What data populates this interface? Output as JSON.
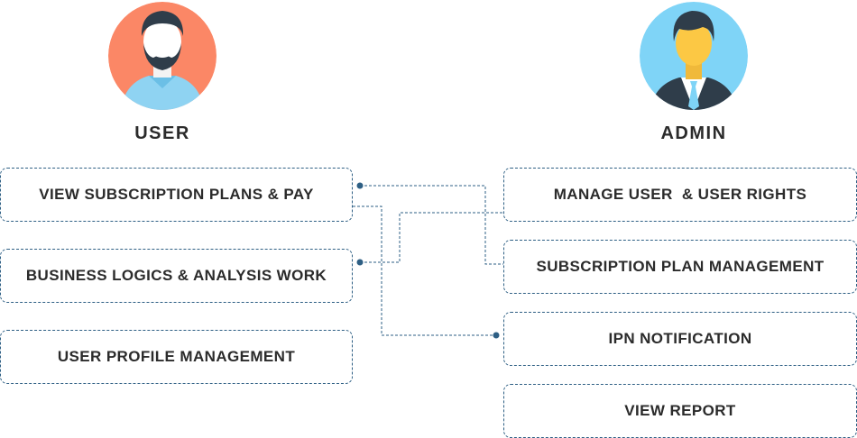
{
  "user": {
    "title": "USER",
    "items": [
      {
        "label": "VIEW SUBSCRIPTION PLANS & PAY"
      },
      {
        "label": "BUSINESS LOGICS & ANALYSIS WORK"
      },
      {
        "label": "USER PROFILE MANAGEMENT"
      }
    ]
  },
  "admin": {
    "title": "ADMIN",
    "items": [
      {
        "label": "MANAGE USER  & USER RIGHTS"
      },
      {
        "label": "SUBSCRIPTION PLAN MANAGEMENT"
      },
      {
        "label": "IPN NOTIFICATION"
      },
      {
        "label": "VIEW REPORT"
      }
    ]
  },
  "colors": {
    "user_avatar_bg": "#fb8766",
    "admin_avatar_bg": "#7fd4f7",
    "box_border": "#2e5f84",
    "connector": "#2e5f84"
  },
  "icons": {
    "user_avatar": "bearded-man-icon",
    "admin_avatar": "businessman-with-tie-icon"
  }
}
